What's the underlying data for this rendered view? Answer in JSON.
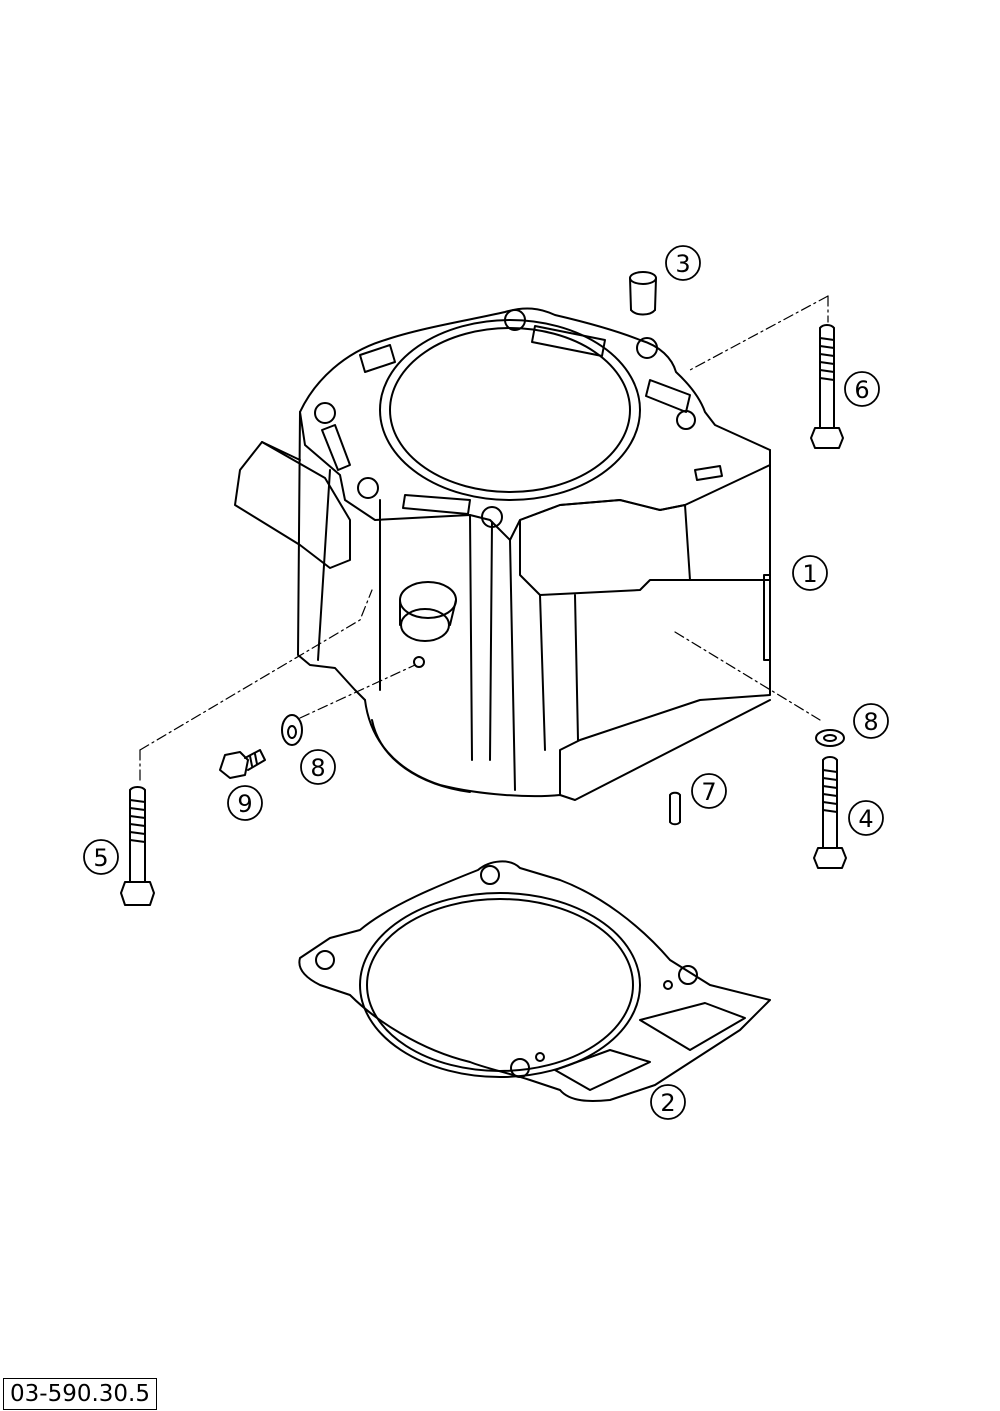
{
  "drawing_number": "03-590.30.5",
  "callouts": [
    {
      "id": "1",
      "label": "1"
    },
    {
      "id": "2",
      "label": "2"
    },
    {
      "id": "3",
      "label": "3"
    },
    {
      "id": "4",
      "label": "4"
    },
    {
      "id": "5",
      "label": "5"
    },
    {
      "id": "6",
      "label": "6"
    },
    {
      "id": "7",
      "label": "7"
    },
    {
      "id": "8a",
      "label": "8"
    },
    {
      "id": "8b",
      "label": "8"
    },
    {
      "id": "9",
      "label": "9"
    }
  ]
}
